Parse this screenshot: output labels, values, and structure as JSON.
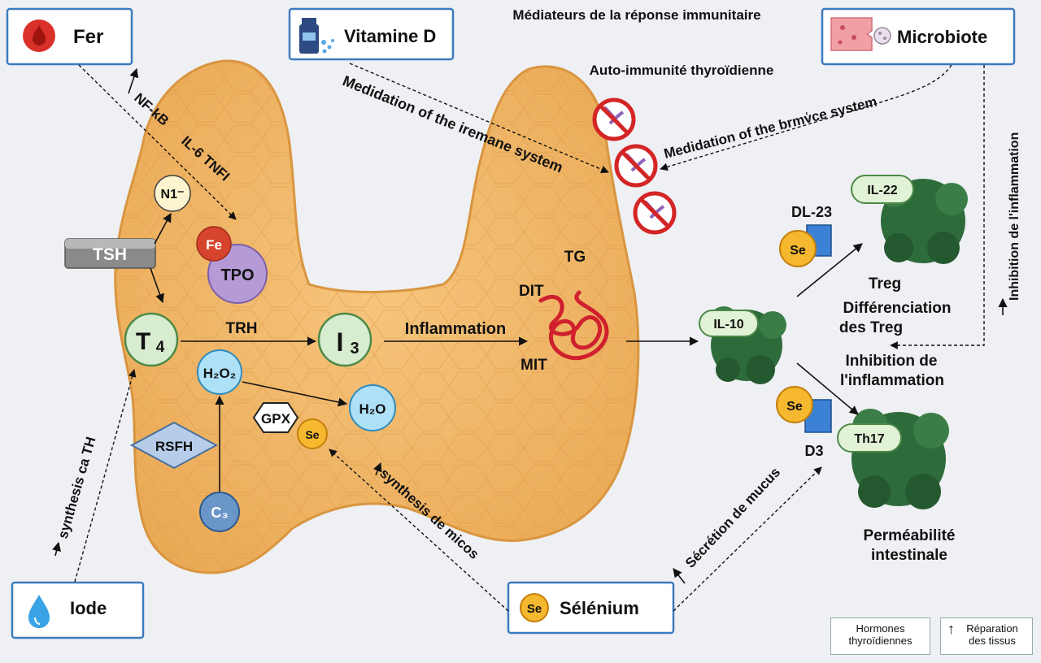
{
  "sources": {
    "fer": "Fer",
    "vitamine_d": "Vitamine D",
    "microbiote": "Microbiote",
    "iode": "Iode",
    "selenium": "Sélénium"
  },
  "titles": {
    "mediateurs": "Médiateurs de la réponse immunitaire",
    "auto_immunite": "Auto-immunité thyroïdienne"
  },
  "arrow_labels": {
    "nfkb": "NF-kB",
    "il6_tnf": "IL-6 TNFI",
    "medidation_iremane": "Medidation of the iremane system",
    "medidation_brmvce": "Medidation of the brmv͑ce system",
    "inhibition_vertical": "Inhibition de l'inflammation",
    "synthesis_th": "synthesis ca TH",
    "synthesis_micos": "synthesis de micos",
    "secretion_mucus": "Sécrétion de mucus"
  },
  "nodes": {
    "n1": "N1⁻",
    "tsh": "TSH",
    "fe": "Fe",
    "tpo": "TPO",
    "t4_main": "T",
    "t4_sub": "4",
    "trh": "TRH",
    "i3_main": "I",
    "i3_sub": "3",
    "inflammation": "Inflammation",
    "h2o2": "H₂O₂",
    "h2o": "H₂O",
    "gpx": "GPX",
    "se": "Se",
    "rsfh": "RSFH",
    "c3": "C₃",
    "tg": "TG",
    "dit": "DIT",
    "mit": "MIT"
  },
  "immune": {
    "il10": "IL-10",
    "il22": "IL-22",
    "th17": "Th17",
    "dl23": "DL-23",
    "d3": "D3",
    "se": "Se",
    "treg": "Treg",
    "diff_treg_1": "Différenciation",
    "diff_treg_2": "des Treg",
    "inhib_1": "Inhibition de",
    "inhib_2": "l'inflammation",
    "perm_1": "Perméabilité",
    "perm_2": "intestinale"
  },
  "legend": {
    "hormones_1": "Hormones",
    "hormones_2": "thyroïdiennes",
    "reparation_1": "Réparation",
    "reparation_2": "des tissus"
  },
  "colors": {
    "thyroid": "#f2b86b",
    "thyroid_edge": "#d9953f",
    "box_border": "#3b7bbd",
    "immune_cell": "#2e6b3a",
    "se_circle": "#f5b82e",
    "receptor": "#3b82d6"
  }
}
